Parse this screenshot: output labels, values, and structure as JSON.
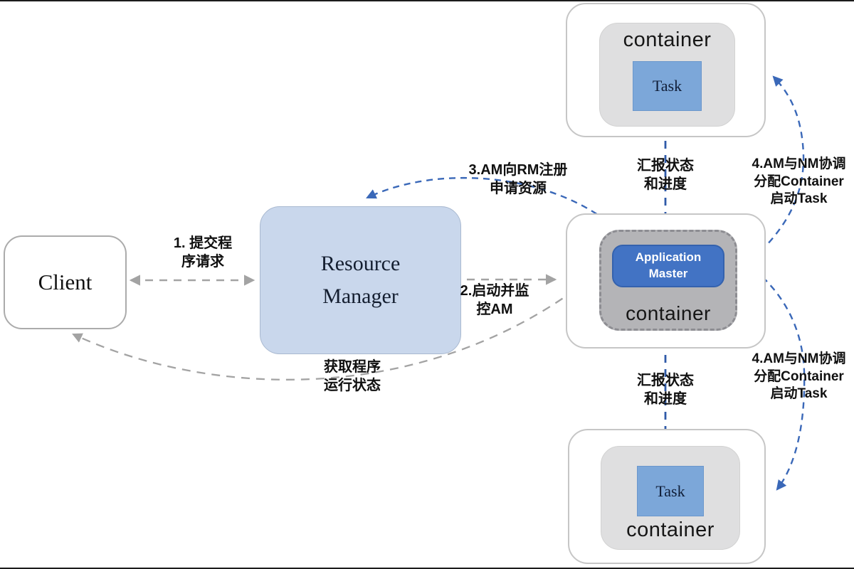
{
  "nodes": {
    "client": {
      "label": "Client"
    },
    "resource_manager": {
      "label": "Resource Manager"
    },
    "application_master": {
      "label": "Application Master"
    },
    "am_container": {
      "label": "container"
    },
    "top_container": {
      "label": "container",
      "task": "Task"
    },
    "bottom_container": {
      "label": "container",
      "task": "Task"
    }
  },
  "edge_labels": {
    "submit_request": "1. 提交程\n序请求",
    "launch_monitor_am": "2.启动并监\n控AM",
    "register_apply": "3.AM向RM注册\n申请资源",
    "report_status_top": "汇报状态\n和进度",
    "report_status_bottom": "汇报状态\n和进度",
    "coordinate_nm_top": "4.AM与NM协调\n分配Container\n启动Task",
    "coordinate_nm_bottom": "4.AM与NM协调\n分配Container\n启动Task",
    "get_program_status": "获取程序\n运行状态"
  },
  "colors": {
    "resource_manager_fill": "#c9d7ec",
    "application_master_fill": "#4273c4",
    "task_fill": "#7ca7d9",
    "container_light_gray": "#dfdfe0",
    "container_dark_gray": "#b4b4b7",
    "arrow_gray": "#a3a3a3",
    "arrow_blue": "#3a68b8"
  }
}
